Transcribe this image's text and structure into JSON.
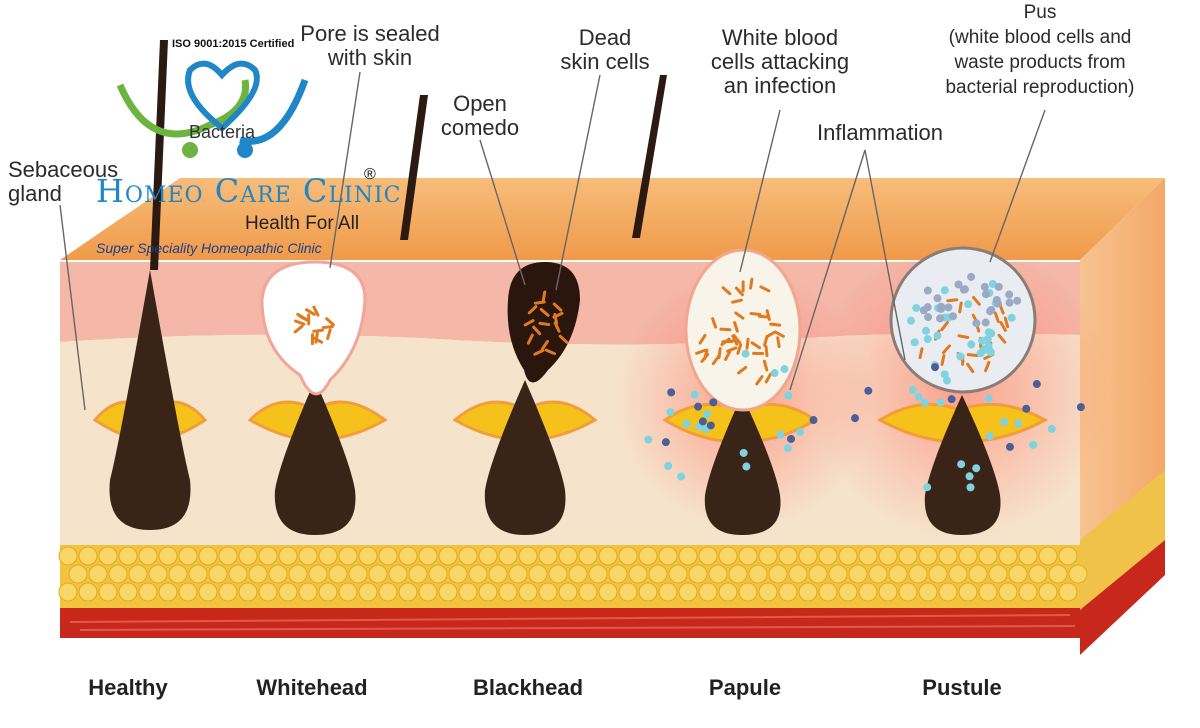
{
  "labels": {
    "sebaceous_gland": "Sebaceous\ngland",
    "pore_sealed": "Pore is sealed\nwith skin",
    "open_comedo": "Open\ncomedo",
    "dead_skin": "Dead\nskin cells",
    "wbc_attacking": "White blood\ncells attacking\nan infection",
    "inflammation": "Inflammation",
    "pus": "Pus\n(white blood cells and\nwaste products from\nbacterial reproduction)",
    "bacteria": "Bacteria"
  },
  "stages": [
    "Healthy",
    "Whitehead",
    "Blackhead",
    "Papule",
    "Pustule"
  ],
  "logo": {
    "iso": "ISO 9001:2015 Certified",
    "name": "Homeo Care Clinic",
    "registered": "®",
    "tagline": "Health For All",
    "subtitle": "Super Speciality Homeopathic Clinic"
  },
  "colors": {
    "epidermis_top": "#f3a85c",
    "dermis": "#f6e3cc",
    "fat": "#f2c33c",
    "muscle": "#c8281c",
    "follicle": "#3a2418",
    "gland": "#f5c21b",
    "logo_green": "#6cb33f",
    "logo_blue": "#1f86c8"
  }
}
